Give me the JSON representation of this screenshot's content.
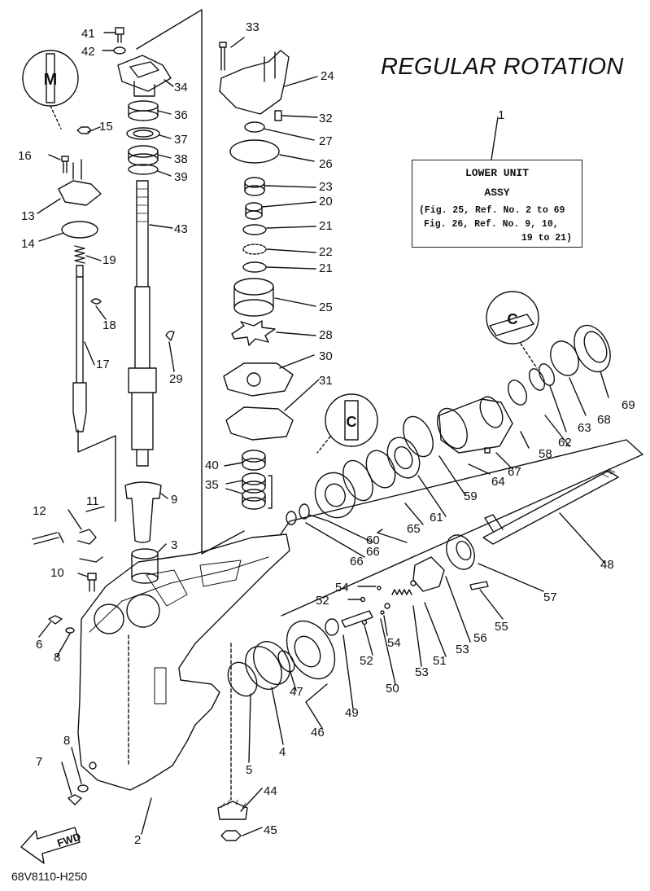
{
  "title": "REGULAR ROTATION",
  "assy_box": {
    "line1": "LOWER UNIT",
    "line2": "ASSY",
    "line3": "(Fig. 25, Ref. No. 2 to 69",
    "line4": "Fig. 26, Ref. No. 9, 10,",
    "line5": "19 to 21)"
  },
  "fwd_label": "FWD",
  "drawing_code": "68V8110-H250",
  "callout_numbers": [
    "1",
    "2",
    "3",
    "4",
    "5",
    "6",
    "7",
    "8",
    "8",
    "9",
    "10",
    "11",
    "12",
    "13",
    "14",
    "15",
    "16",
    "17",
    "18",
    "19",
    "20",
    "21",
    "21",
    "22",
    "23",
    "24",
    "25",
    "26",
    "27",
    "28",
    "29",
    "30",
    "31",
    "32",
    "33",
    "34",
    "35",
    "36",
    "37",
    "38",
    "39",
    "40",
    "41",
    "42",
    "43",
    "44",
    "45",
    "46",
    "47",
    "48",
    "49",
    "50",
    "51",
    "52",
    "52",
    "53",
    "53",
    "54",
    "54",
    "55",
    "56",
    "57",
    "58",
    "59",
    "60",
    "61",
    "62",
    "63",
    "64",
    "65",
    "66",
    "66",
    "67",
    "68",
    "69"
  ],
  "symbol_labels": [
    "M",
    "C"
  ]
}
